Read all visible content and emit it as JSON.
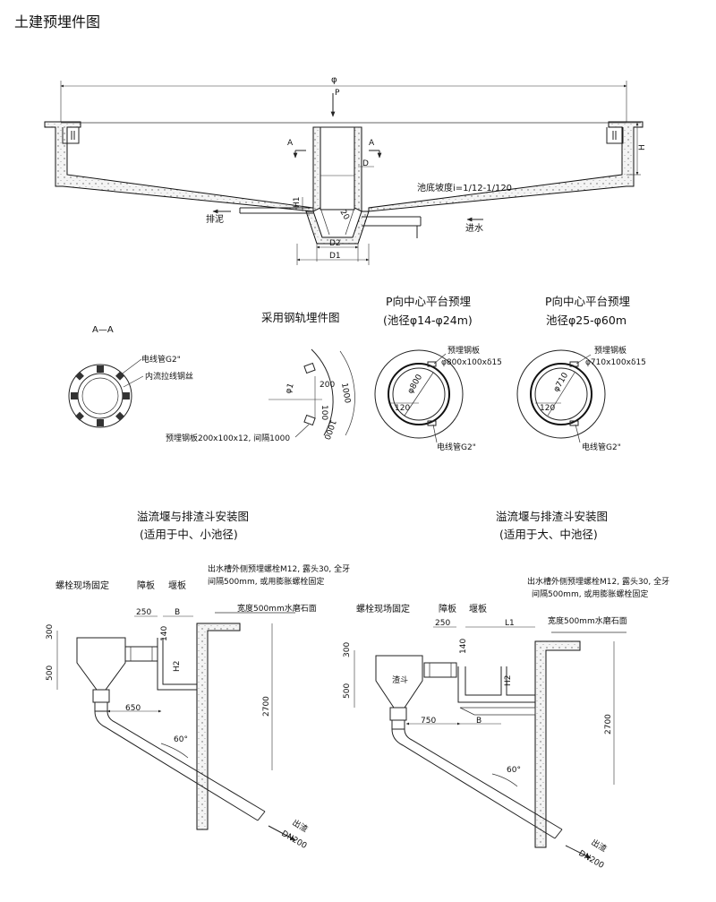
{
  "page_title": "土建预埋件图",
  "section": {
    "phi": "φ",
    "p": "P",
    "a_left": "A",
    "a_right": "A",
    "d": "D",
    "h": "H",
    "h1": "H1",
    "dim_20": "20",
    "d2": "D2",
    "d1": "D1",
    "slope": "池底坡度i=1/12-1/120",
    "sludge_out": "排泥",
    "water_in": "进水"
  },
  "aa": {
    "title": "A—A",
    "conduit": "电线管G2\"",
    "wire": "内流拉线钢丝"
  },
  "rail": {
    "title": "采用钢轨埋件图",
    "phi1": "φ1",
    "d200": "200",
    "d1000a": "1000",
    "d100": "100",
    "d1000b": "1000",
    "plate": "预埋钢板200x100x12, 间隔1000"
  },
  "pmid": {
    "title": "P向中心平台预埋",
    "range": "(池径φ14-φ24m)",
    "plate": "预埋钢板",
    "spec": "φ800x100xδ15",
    "dia": "φ800",
    "d120": "120",
    "conduit": "电线管G2\""
  },
  "plarge": {
    "title": "P向中心平台预埋",
    "range": "池径φ25-φ60m",
    "plate": "预埋钢板",
    "spec": "φ710x100xδ15",
    "dia": "φ710",
    "d120": "120",
    "conduit": "电线管G2\""
  },
  "weir_left": {
    "title": "溢流堰与排渣斗安装图",
    "subtitle": "(适用于中、小池径)",
    "bolt_note": "出水槽外侧预埋螺栓M12, 露头30, 全牙",
    "bolt_note2": "间隔500mm, 或用膨胀螺栓固定",
    "site_fix": "螺栓现场固定",
    "baffle": "障板",
    "weir": "堰板",
    "d250": "250",
    "b": "B",
    "terrazzo": "宽度500mm水磨石面",
    "d300": "300",
    "d500": "500",
    "d140": "140",
    "h2": "H2",
    "d650": "650",
    "d2700": "2700",
    "angle": "60°",
    "outlet": "出渣",
    "dn": "DN200"
  },
  "weir_right": {
    "title": "溢流堰与排渣斗安装图",
    "subtitle": "(适用于大、中池径)",
    "bolt_note": "出水槽外侧预埋螺栓M12, 露头30, 全牙",
    "bolt_note2": "间隔500mm, 或用膨胀螺栓固定",
    "site_fix": "螺栓现场固定",
    "baffle": "障板",
    "weir": "堰板",
    "d250": "250",
    "l1": "L1",
    "terrazzo": "宽度500mm水磨石面",
    "d300": "300",
    "d500": "500",
    "d140": "140",
    "h2": "H2",
    "hopper": "渣斗",
    "d750": "750",
    "b": "B",
    "d2700": "2700",
    "angle": "60°",
    "outlet": "出渣",
    "dn": "DN200"
  }
}
